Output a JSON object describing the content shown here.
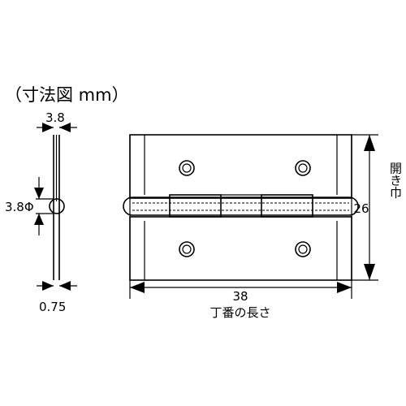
{
  "title": "（寸法図 mm）",
  "side_view": {
    "thickness_label": "3.8",
    "pin_label": "3.8Φ",
    "leaf_label": "0.75"
  },
  "front_view": {
    "width_value": "38",
    "width_caption": "丁番の長さ",
    "height_value": "26",
    "height_caption": "開き巾"
  }
}
